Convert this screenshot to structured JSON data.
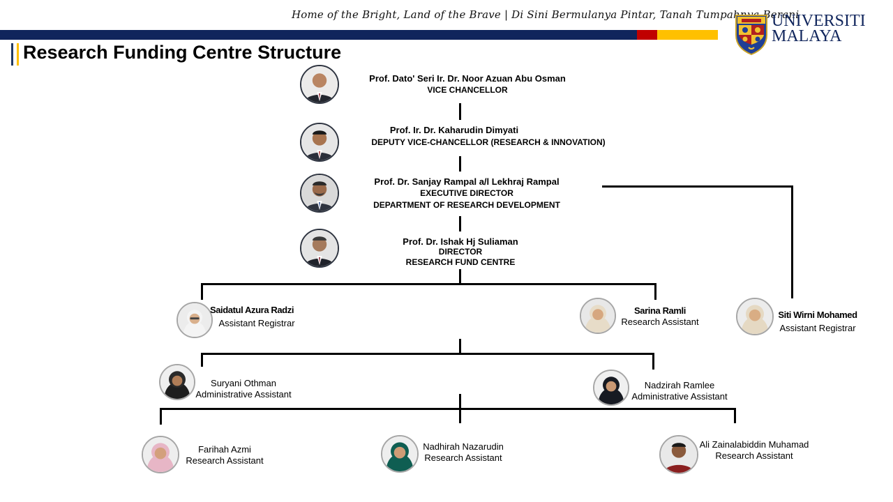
{
  "header": {
    "motto": "Home of the Bright, Land of the Brave | Di Sini Bermulanya Pintar, Tanah Tumpahnya Berani",
    "title": "Research Funding Centre Structure",
    "logo_line1": "UNIVERSITI",
    "logo_line2": "MALAYA",
    "colors": {
      "navy": "#10255c",
      "red": "#c00000",
      "gold": "#ffc000",
      "accent_bar1": "#1f3864",
      "accent_bar2": "#ffc000"
    }
  },
  "chain": [
    {
      "name": "Prof. Dato' Seri Ir. Dr. Noor Azuan Abu Osman",
      "role": "VICE CHANCELLOR"
    },
    {
      "name": "Prof. Ir. Dr. Kaharudin Dimyati",
      "role": "DEPUTY VICE-CHANCELLOR (RESEARCH & INNOVATION)"
    },
    {
      "name": "Prof. Dr. Sanjay Rampal a/l Lekhraj Rampal",
      "role": "EXECUTIVE DIRECTOR",
      "role2": "DEPARTMENT OF RESEARCH DEVELOPMENT"
    },
    {
      "name": "Prof. Dr. Ishak Hj Suliaman",
      "role": "DIRECTOR",
      "role2": "RESEARCH FUND CENTRE"
    }
  ],
  "staff": {
    "saidatul": {
      "name": "Saidatul Azura Radzi",
      "role": "Assistant Registrar"
    },
    "sarina": {
      "name": "Sarina Ramli",
      "role": "Research Assistant"
    },
    "siti": {
      "name": "Siti Wirni Mohamed",
      "role": "Assistant Registrar"
    },
    "suryani": {
      "name": "Suryani Othman",
      "role": "Administrative Assistant"
    },
    "nadzirah": {
      "name": "Nadzirah Ramlee",
      "role": "Administrative Assistant"
    },
    "farihah": {
      "name": "Farihah Azmi",
      "role": "Research Assistant"
    },
    "nadhirah": {
      "name": "Nadhirah Nazarudin",
      "role": "Research Assistant"
    },
    "ali": {
      "name": "Ali Zainalabiddin Muhamad",
      "role": "Research Assistant"
    }
  },
  "icons": {
    "portrait": "person-photo-icon",
    "crest": "university-crest-icon"
  }
}
